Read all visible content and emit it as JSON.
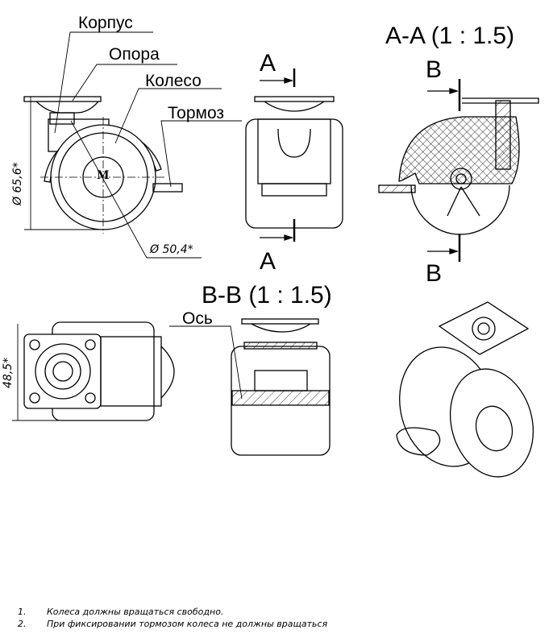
{
  "labels": {
    "korpus": "Корпус",
    "opora": "Опора",
    "koleso": "Колесо",
    "tormoz": "Тормоз",
    "os": "Ось"
  },
  "dimensions": {
    "height": "Ø 65,6*",
    "wheel_diameter": "Ø 50,4*",
    "width": "48,5*"
  },
  "wheel_mark": "M",
  "sections": {
    "a_title": "A-A (1 : 1.5)",
    "b_title": "B-B (1 : 1.5)",
    "a_mark_top": "A",
    "a_mark_bottom": "A",
    "b_mark_top": "B",
    "b_mark_bottom": "B"
  },
  "notes": [
    {
      "num": "1.",
      "text": "Колеса должны вращаться свободно."
    },
    {
      "num": "2.",
      "text": "При фиксировании тормозом колеса не должны вращаться"
    }
  ]
}
